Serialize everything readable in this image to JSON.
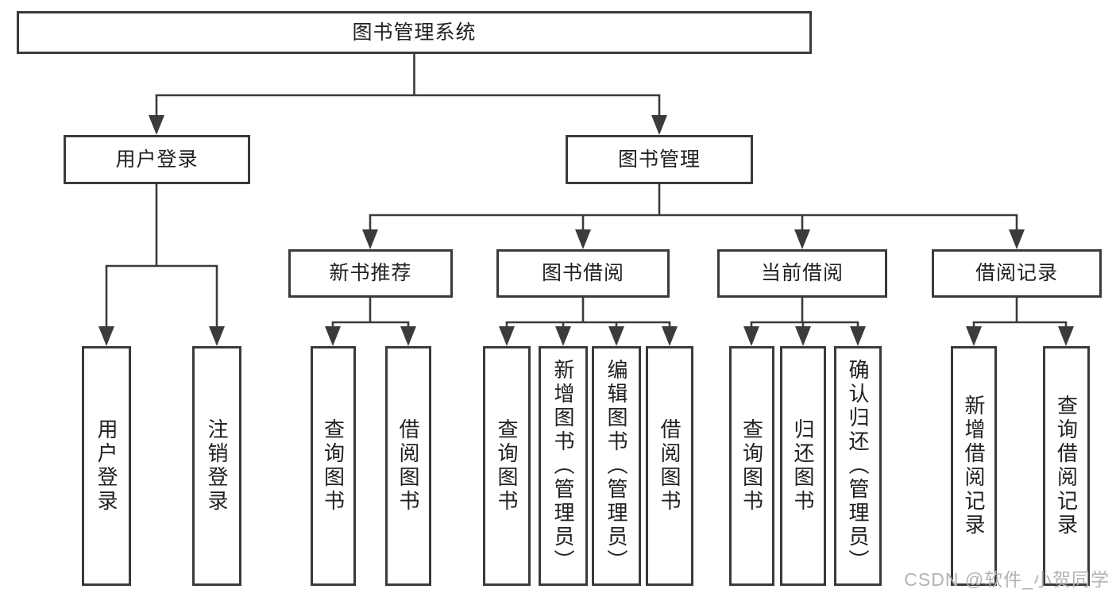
{
  "colors": {
    "line": "#3b3b3b",
    "box_border": "#3a3a3a",
    "text": "#212121",
    "watermark": "#b3b3b3",
    "background": "#ffffff"
  },
  "tree": {
    "root": "图书管理系统",
    "branches": [
      {
        "label": "用户登录",
        "children": [
          "用户登录",
          "注销登录"
        ]
      },
      {
        "label": "图书管理",
        "children": [
          {
            "label": "新书推荐",
            "children": [
              "查询图书",
              "借阅图书"
            ]
          },
          {
            "label": "图书借阅",
            "children": [
              "查询图书",
              "新增图书（管理员）",
              "编辑图书（管理员）",
              "借阅图书"
            ]
          },
          {
            "label": "当前借阅",
            "children": [
              "查询图书",
              "归还图书",
              "确认归还（管理员）"
            ]
          },
          {
            "label": "借阅记录",
            "children": [
              "新增借阅记录",
              "查询借阅记录"
            ]
          }
        ]
      }
    ]
  },
  "watermark": "CSDN @软件_小贺同学"
}
